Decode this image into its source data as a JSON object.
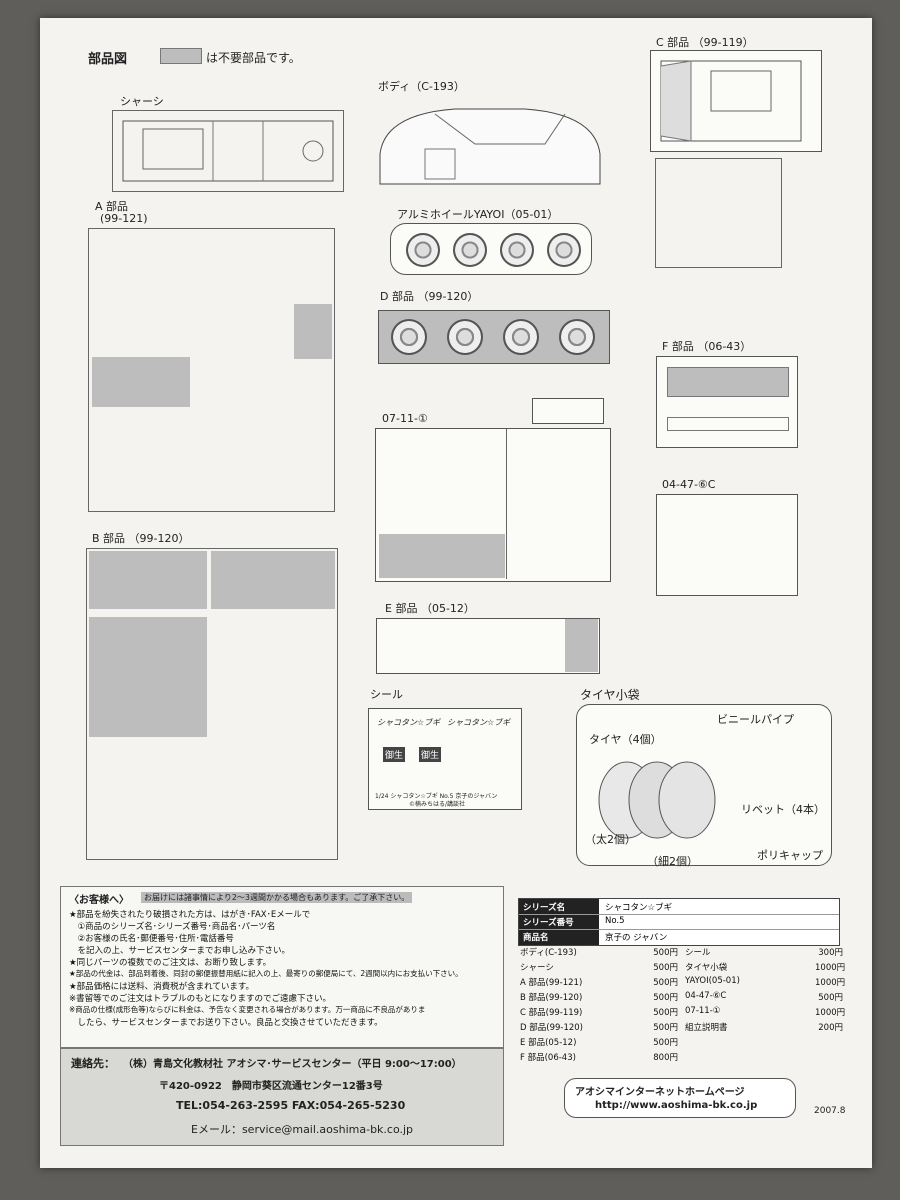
{
  "title": "部品図",
  "title_note": "は不要部品です。",
  "parts": {
    "chassis": "シャーシ",
    "body": "ボディ（C-193）",
    "c_part": "C 部品 （99-119）",
    "a_part": "A 部品",
    "a_code": "(99-121)",
    "wheel": "アルミホイールYAYOI（05-01）",
    "d_part": "D 部品 （99-120）",
    "f_part": "F 部品 （06-43）",
    "k0711": "07-11-①",
    "k0447": "04-47-⑥C",
    "b_part": "B 部品 （99-120）",
    "e_part": "E 部品 （05-12）",
    "seal": "シール",
    "tire_bag": "タイヤ小袋",
    "vinyl_pipe": "ビニールパイプ",
    "tire": "タイヤ（4個）",
    "rivet": "リベット（4本）",
    "thick": "（太2個）",
    "thin": "（細2個）",
    "polycap": "ポリキャップ",
    "seal_text1": "シャコタン☆ブギ",
    "seal_text2": "シャコタン☆ブギ",
    "seal_plate1": "御生",
    "seal_plate2": "御生",
    "seal_caption": "1/24 シャコタン☆ブギ No.5 京子のジャバン",
    "seal_copyright": "©楠みちはる/講談社"
  },
  "customer": {
    "heading": "〈お客様へ〉",
    "banner": "お届けには諸事情により2～3週間かかる場合もあります。ご了承下さい。",
    "lines": [
      "★部品を紛失されたり破損された方は、はがき･FAX･Eメールで",
      "　①商品のシリーズ名･シリーズ番号･商品名･パーツ名",
      "　②お客様の氏名･郵便番号･住所･電話番号",
      "　を記入の上、サービスセンターまでお申し込み下さい。",
      "★同じパーツの複数でのご注文は、お断り致します。",
      "★部品の代金は、部品到着後、同封の郵便振替用紙に記入の上、最寄りの郵便局にて、2週間以内にお支払い下さい。",
      "★部品価格には送料、消費税が含まれています。",
      "※書留等でのご注文はトラブルのもとになりますのでご遠慮下さい。",
      "※商品の仕様(成形色等)ならびに料金は、予告なく変更される場合があります。万一商品に不良品がありま",
      "　したら、サービスセンターまでお送り下さい。良品と交換させていただきます。"
    ],
    "contact_label": "連絡先：",
    "contact_company": "（株）青島文化教材社 アオシマ･サービスセンター（平日 9:00～17:00）",
    "zip": "〒420-0922　静岡市葵区流通センター12番3号",
    "tel": "TEL:054-263-2595 FAX:054-265-5230",
    "email": "Eメール：service@mail.aoshima-bk.co.jp"
  },
  "info": {
    "series_name_label": "シリーズ名",
    "series_name": "シャコタン☆ブギ",
    "series_no_label": "シリーズ番号",
    "series_no": "No.5",
    "product_label": "商品名",
    "product": "京子の ジャバン"
  },
  "prices_left": [
    {
      "name": "ボディ(C-193)",
      "price": "500円"
    },
    {
      "name": "シャーシ",
      "price": "500円"
    },
    {
      "name": "A 部品(99-121)",
      "price": "500円"
    },
    {
      "name": "B 部品(99-120)",
      "price": "500円"
    },
    {
      "name": "C 部品(99-119)",
      "price": "500円"
    },
    {
      "name": "D 部品(99-120)",
      "price": "500円"
    },
    {
      "name": "E 部品(05-12)",
      "price": "500円"
    },
    {
      "name": "F 部品(06-43)",
      "price": "800円"
    }
  ],
  "prices_right": [
    {
      "name": "シール",
      "price": "300円"
    },
    {
      "name": "タイヤ小袋",
      "price": "1000円"
    },
    {
      "name": "YAYOI(05-01)",
      "price": "1000円"
    },
    {
      "name": "04-47-⑥C",
      "price": "500円"
    },
    {
      "name": "07-11-①",
      "price": "1000円"
    },
    {
      "name": "組立説明書",
      "price": "200円"
    }
  ],
  "website": {
    "label": "アオシマインターネットホームページ",
    "url": "http://www.aoshima-bk.co.jp"
  },
  "date": "2007.8"
}
